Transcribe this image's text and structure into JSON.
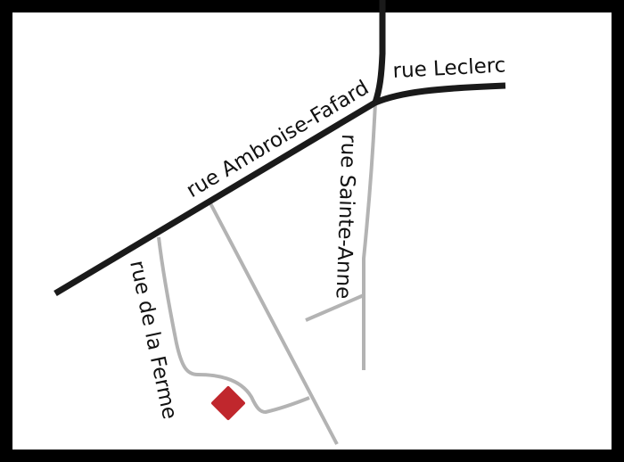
{
  "map": {
    "colors": {
      "frame": "#000000",
      "paper": "#ffffff",
      "main_road": "#1a1a1a",
      "minor_road": "#b3b3b3",
      "label": "#111111",
      "marker": "#c0272d"
    },
    "streets": {
      "ambroise_fafard": "rue Ambroise-Fafard",
      "leclerc": "rue Leclerc",
      "sainte_anne": "rue Sainte-Anne",
      "ferme": "rue de la Ferme"
    },
    "marker": {
      "icon": "location-square-icon"
    }
  }
}
